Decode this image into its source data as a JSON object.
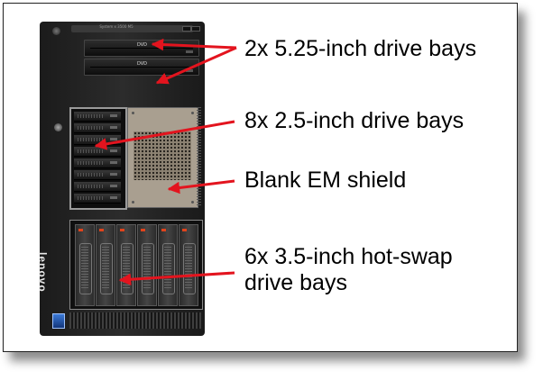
{
  "labels": {
    "odd": "2x 5.25-inch drive bays",
    "ssd": "8x 2.5-inch drive bays",
    "shield": "Blank EM shield",
    "hdd_line1": "6x 3.5-inch hot-swap",
    "hdd_line2": "drive bays"
  },
  "server": {
    "brand": "lenovo",
    "top_panel": "System x 3500 M5",
    "odd_logos": [
      "DVD",
      "DVD"
    ]
  },
  "colors": {
    "arrow": "#e3141e",
    "tray_led": "#e0441c"
  }
}
